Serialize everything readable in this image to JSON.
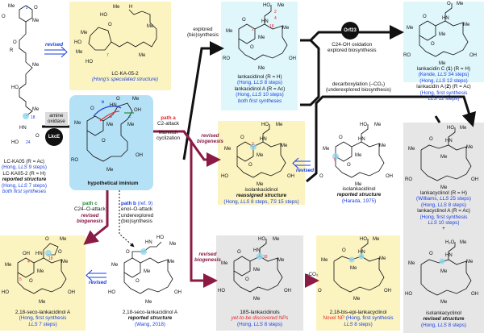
{
  "scheme": {
    "compounds": {
      "lc_ka05": {
        "name_1": "LC-KA05 (R = Ac)",
        "ref_1a": "(Hong, ",
        "ref_1b": "LLS",
        "ref_1c": " 9 steps)",
        "name_2": "LC-KA05-2 (R = H)",
        "status": "reported structure",
        "ref_2a": "(Hong, ",
        "ref_2b": "LLS",
        "ref_2c": " 7 steps)",
        "note": "both first syntheses",
        "atom_labels": [
          "2",
          "18",
          "24"
        ],
        "r_label": "R"
      },
      "lc_ka05_2": {
        "name": "LC-KA-05-2",
        "note": "(Hong's speculated structure)",
        "atom_labels": [
          "7"
        ]
      },
      "iminium": {
        "name": "hypothetical iminium",
        "path_labels": [
          "a",
          "b",
          "c"
        ]
      },
      "lankacidinol": {
        "name_1": "lankacidinol (R = H)",
        "ref_1a": "(Hong, ",
        "ref_1b": "LLS",
        "ref_1c": " 8 steps)",
        "name_2": "lankacidinol A (R = Ac)",
        "ref_2a": "(Hong, ",
        "ref_2b": "LLS",
        "ref_2c": " 10 steps)",
        "note": "both first syntheses",
        "atom_labels": [
          "2",
          "4",
          "2",
          "18"
        ]
      },
      "lankacidin": {
        "name_1a": "lankacidin C (",
        "name_1b": "1",
        "name_1c": ") (R = H)",
        "ref_1a": "(Kende, ",
        "ref_1b": "LLS",
        "ref_1c": " 34 steps)",
        "ref_2a": "(Hong, ",
        "ref_2b": "LLS",
        "ref_2c": " 12 steps)",
        "name_2a": "lankacidin A (",
        "name_2b": "2",
        "name_2c": ") (R = Ac)",
        "ref_3a": "(Hong, first synthesis",
        "ref_3b": "LLS",
        "ref_3c": " 12 steps)"
      },
      "isolankacidinol_reassigned": {
        "name": "isolankacidinol",
        "status": "reassigned structure",
        "ref_a": "(Hong, ",
        "ref_b": "LLS",
        "ref_c": " 8 steps, ",
        "ref_d": "TS",
        "ref_e": " 15 steps)",
        "atom_labels": [
          "2"
        ]
      },
      "isolankacidinol_reported": {
        "name": "isolankacidinol",
        "status": "reported structure",
        "ref": "(Harada, 1975)",
        "atom_labels": [
          "5"
        ]
      },
      "lankacyclinol": {
        "name_1": "lankacyclinol (R = H)",
        "ref_1a": "(Williams, ",
        "ref_1b": "LLS",
        "ref_1c": " 25 steps)",
        "ref_2a": "(Hong, ",
        "ref_2b": "LLS",
        "ref_2c": " 8 steps)",
        "name_2": "lankacyclinol A (R = Ac)",
        "ref_3a": "(Hong, first synthesis",
        "ref_3b": "LLS",
        "ref_3c": " 10 steps)",
        "plus": "+"
      },
      "seco_revised": {
        "name": "2,18-seco-lankacidinol A",
        "ref_a": "(Hong, first synthesis",
        "ref_b": "LLS",
        "ref_c": " 7 steps)",
        "atom_labels": [
          "4",
          "5",
          "18"
        ]
      },
      "seco_reported": {
        "name": "2,18-seco-lankacidinol A",
        "status": "reported structure",
        "ref": "(Wang, 2018)"
      },
      "lankacidinols_18s": {
        "name": "18S-lankacidinols",
        "note": "yet-to-be discovered NPs",
        "ref_a": "(Hong, ",
        "ref_b": "LLS",
        "ref_c": " 8 steps)",
        "atom_labels": [
          "18"
        ]
      },
      "bis_epi": {
        "name": "2,18-bis-epi-lankacyclinol",
        "novel": "Novel NP",
        "ref_a": " (Hong, first synthesis",
        "ref_b": "LLS",
        "ref_c": " 8 steps)"
      },
      "isolankacyclinol": {
        "name": "isolankacyclinol",
        "status": "revised structure",
        "ref_a": "(Hong, ",
        "ref_b": "LLS",
        "ref_c": " 8 steps)"
      }
    },
    "arrows": {
      "revised": "revised",
      "amine_oxidase_1": "amine",
      "amine_oxidase_2": "oxidase",
      "lkce": "LkcE",
      "orf23": "Orf23",
      "explored_1": "explored",
      "explored_2": "(bio)synthesis",
      "c24_oxidation_1": "C24-OH oxidation",
      "c24_oxidation_2": "explored biosynthesis",
      "decarb_1": "decarboxylation (–CO₂)",
      "decarb_2": "(underexplored biosynthesis)",
      "path_a": "path a",
      "path_a_1": "C2-attack",
      "path_a_2": "Mannich",
      "path_a_3": "cyclization",
      "revised_biogenesis_1": "revised",
      "revised_biogenesis_2": "biogenesis",
      "path_b": "path b",
      "path_b_ref": " (ref. 9)",
      "path_b_1": "enol–O-attack",
      "path_b_2": "underexplored",
      "path_b_3": "(bio)synthesis",
      "path_c": "path c",
      "path_c_1": "C24–O-attack",
      "minus_co2": "–CO₂"
    },
    "atoms": {
      "me": "Me",
      "o": "O",
      "oh": "OH",
      "ho": "HO",
      "hn": "HN",
      "h": "H",
      "ro": "RO",
      "h2o": "H₂O"
    },
    "colors": {
      "yellow_box": "#fbf4c1",
      "cyan_box": "#dff6fb",
      "blue_box": "#b5e1f6",
      "grey_box": "#e6e6e6",
      "maroon_arrow": "#8b1a45",
      "blue_arrow": "#1a3fe0",
      "red_text": "#e8282a",
      "highlight": "#8fd6f0"
    }
  }
}
